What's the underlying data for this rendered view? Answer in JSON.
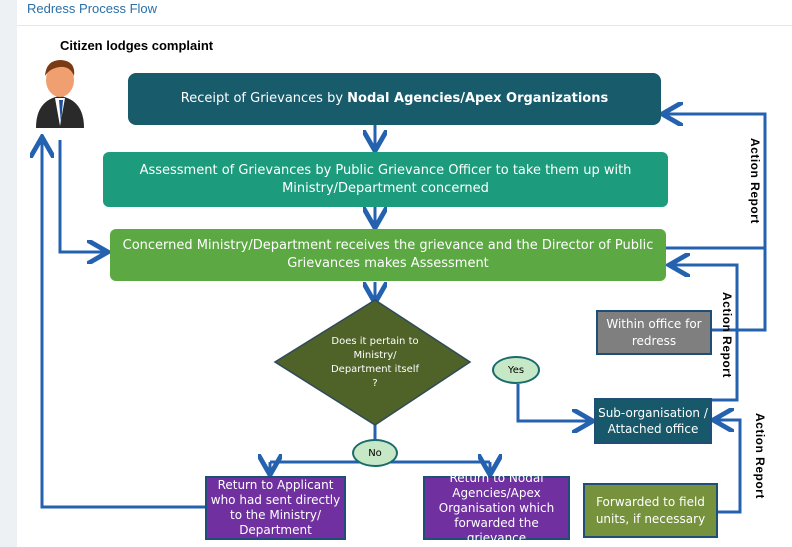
{
  "header": {
    "title": "Redress Process Flow"
  },
  "diagram": {
    "caption": "Citizen lodges complaint",
    "receipt": {
      "text": "Receipt of Grievances by ",
      "bold": "Nodal Agencies/Apex Organizations"
    },
    "assessment": "Assessment of Grievances by Public Grievance Officer  to take them up with Ministry/Department concerned",
    "concerned": "Concerned Ministry/Department receives the grievance and the Director of Public Grievances makes Assessment",
    "decision": "Does it pertain to Ministry/ Department itself ?",
    "yes": "Yes",
    "no": "No",
    "within_office": "Within office for redress",
    "sub_org": "Sub-organisation / Attached office",
    "return_applicant": "Return to Applicant who had sent directly to the Ministry/ Department",
    "return_nodal": "Return to Nodal Agencies/Apex Organisation which forwarded the grievance",
    "forwarded": "Forwarded to field units, if necessary",
    "action_report_1": "Action  Report",
    "action_report_2": "Action Report",
    "action_report_3": "Action  Report",
    "colors": {
      "arrow": "#2462b0",
      "receipt": "#185b6b",
      "assessment": "#1c9c7c",
      "concerned": "#5ca842",
      "decision": "#4f6228",
      "within": "#7f7f7f",
      "suborg": "#17586a",
      "purple": "#7030a0",
      "forwarded": "#76923c"
    }
  }
}
